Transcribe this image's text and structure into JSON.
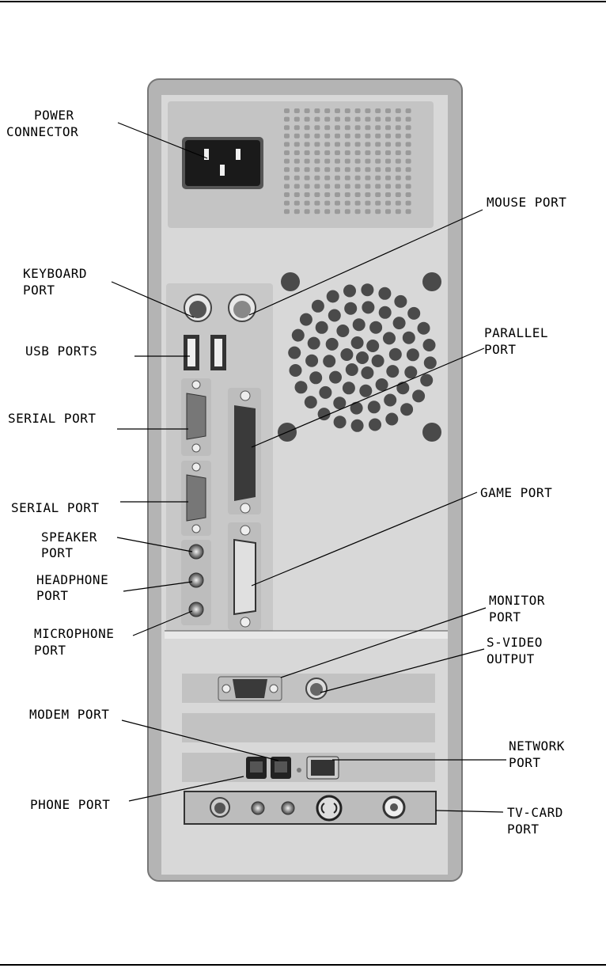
{
  "labels": {
    "power_connector": [
      "POWER",
      "CONNECTOR"
    ],
    "mouse_port": "MOUSE PORT",
    "keyboard_port": [
      "KEYBOARD",
      "PORT"
    ],
    "usb_ports": "USB PORTS",
    "parallel_port": [
      "PARALLEL",
      "PORT"
    ],
    "serial_port_1": "SERIAL PORT",
    "serial_port_2": "SERIAL PORT",
    "game_port": "GAME PORT",
    "speaker_port": [
      "SPEAKER",
      "PORT"
    ],
    "headphone_port": [
      "HEADPHONE",
      "PORT"
    ],
    "microphone_port": [
      "MICROPHONE",
      "PORT"
    ],
    "monitor_port": [
      "MONITOR",
      "PORT"
    ],
    "s_video_output": [
      "S-VIDEO",
      "OUTPUT"
    ],
    "modem_port": "MODEM PORT",
    "network_port": [
      "NETWORK",
      "PORT"
    ],
    "phone_port": "PHONE PORT",
    "tv_card_port": [
      "TV-CARD",
      "PORT"
    ]
  },
  "colors": {
    "case_outer": "#b4b4b4",
    "case_inner": "#d6d6d6",
    "port_dark": "#404040"
  }
}
